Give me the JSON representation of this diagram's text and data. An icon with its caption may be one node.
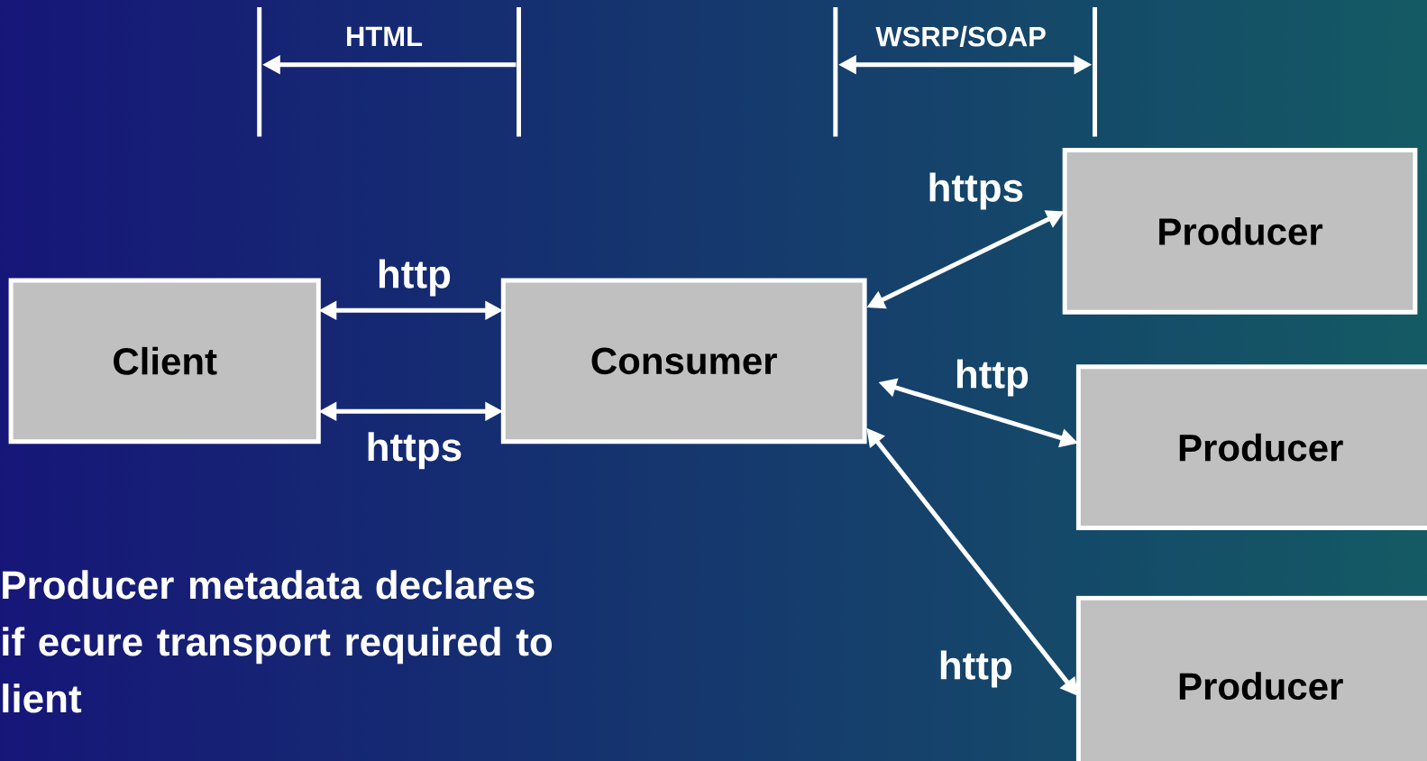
{
  "diagram": {
    "nodes": [
      {
        "text": [
          "Client"
        ]
      },
      {
        "text": [
          "Consumer"
        ]
      },
      {
        "text": [
          "Producer"
        ]
      },
      {
        "text": [
          "Producer"
        ]
      },
      {
        "text": [
          "Producer"
        ]
      }
    ],
    "edges": [
      {
        "from": 0,
        "to": 1,
        "arrow": "both",
        "label": "http"
      },
      {
        "from": 0,
        "to": 1,
        "arrow": "both",
        "label": "https"
      },
      {
        "from": 1,
        "to": 2,
        "arrow": "both",
        "label": "https"
      },
      {
        "from": 1,
        "to": 3,
        "arrow": "both",
        "label": "http"
      },
      {
        "from": 1,
        "to": 4,
        "arrow": "both",
        "label": "http"
      }
    ],
    "labels": [
      "HTML",
      "WSRP/SOAP",
      "Producer metadata declares if ecure transport required to lient"
    ]
  }
}
